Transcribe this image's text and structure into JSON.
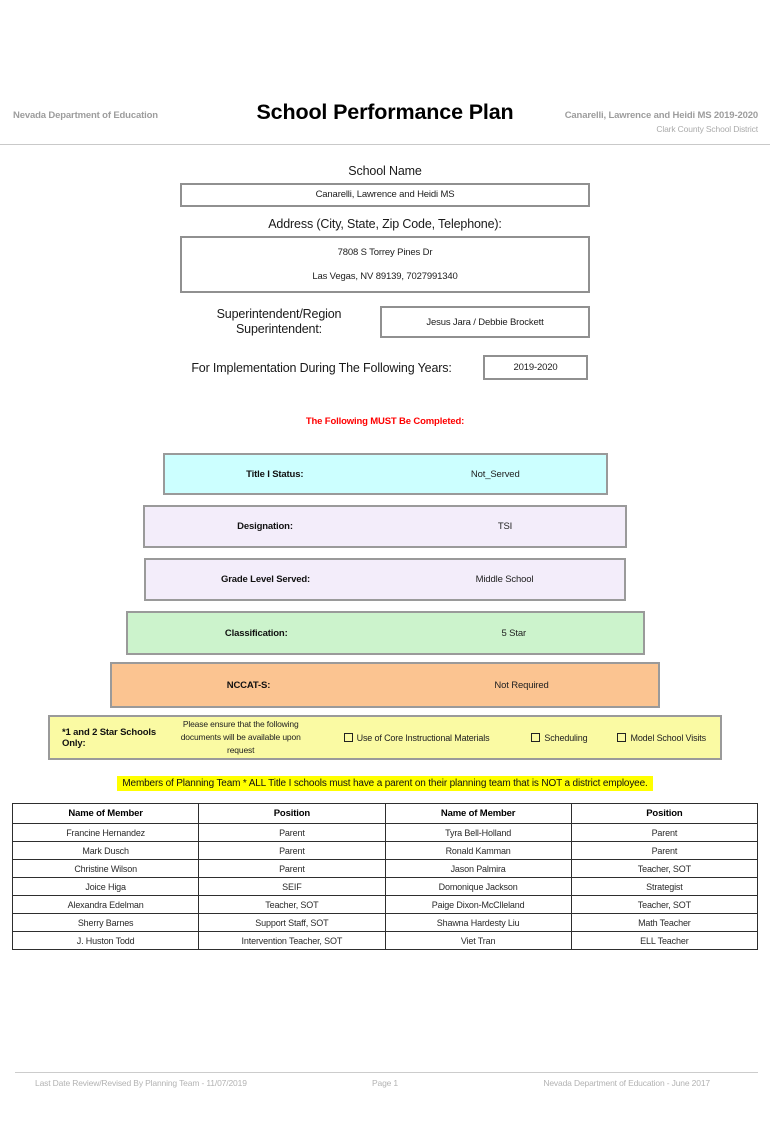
{
  "header": {
    "left": "Nevada Department of Education",
    "right_line1": "Canarelli, Lawrence and Heidi MS  2019-2020",
    "right_line2": "Clark County School District"
  },
  "title": "School Performance Plan",
  "form": {
    "school_name_label": "School Name",
    "school_name_value": "Canarelli, Lawrence and Heidi MS",
    "address_label": "Address (City, State, Zip Code, Telephone):",
    "address_line1": "7808 S Torrey Pines Dr",
    "address_line2": "Las Vegas, NV  89139, 7027991340",
    "superintendent_label": "Superintendent/Region Superintendent:",
    "superintendent_value": "Jesus Jara / Debbie Brockett",
    "implementation_label": "For Implementation During The Following Years:",
    "implementation_value": "2019-2020"
  },
  "must_complete_notice": "The Following MUST Be Completed:",
  "status_rows": [
    {
      "label": "Title I Status:",
      "value": "Not_Served",
      "color": "#ccffff"
    },
    {
      "label": "Designation:",
      "value": "TSI",
      "color": "#f3edfa"
    },
    {
      "label": "Grade Level Served:",
      "value": "Middle School",
      "color": "#f3edfa"
    },
    {
      "label": "Classification:",
      "value": "5 Star",
      "color": "#ccf3cc"
    },
    {
      "label": "NCCAT-S:",
      "value": "Not Required",
      "color": "#fbc491"
    }
  ],
  "star_schools": {
    "bg_color": "#fafaa3",
    "label": "*1 and 2 Star Schools Only:",
    "instruction_line1": "Please ensure that the following",
    "instruction_line2": "documents will be available upon request",
    "checkboxes": [
      "Use of Core Instructional Materials",
      "Scheduling",
      "Model School Visits"
    ]
  },
  "planning_team_notice": "Members of Planning Team * ALL Title I schools must have a parent on their planning team that is NOT a district employee.",
  "members_table": {
    "headers": [
      "Name of Member",
      "Position",
      "Name of Member",
      "Position"
    ],
    "rows": [
      [
        "Francine Hernandez",
        "Parent",
        "Tyra Bell-Holland",
        "Parent"
      ],
      [
        "Mark Dusch",
        "Parent",
        "Ronald Kamman",
        "Parent"
      ],
      [
        "Christine Wilson",
        "Parent",
        "Jason Palmira",
        "Teacher, SOT"
      ],
      [
        "Joice Higa",
        "SEIF",
        "Domonique Jackson",
        "Strategist"
      ],
      [
        "Alexandra Edelman",
        "Teacher, SOT",
        "Paige Dixon-McClleland",
        "Teacher, SOT"
      ],
      [
        "Sherry Barnes",
        "Support Staff, SOT",
        "Shawna Hardesty Liu",
        "Math Teacher"
      ],
      [
        "J. Huston Todd",
        "Intervention Teacher, SOT",
        "Viet Tran",
        "ELL Teacher"
      ]
    ]
  },
  "footer": {
    "left": "Last Date Review/Revised By Planning Team - 11/07/2019",
    "center": "Page 1",
    "right": "Nevada Department of Education - June 2017"
  }
}
